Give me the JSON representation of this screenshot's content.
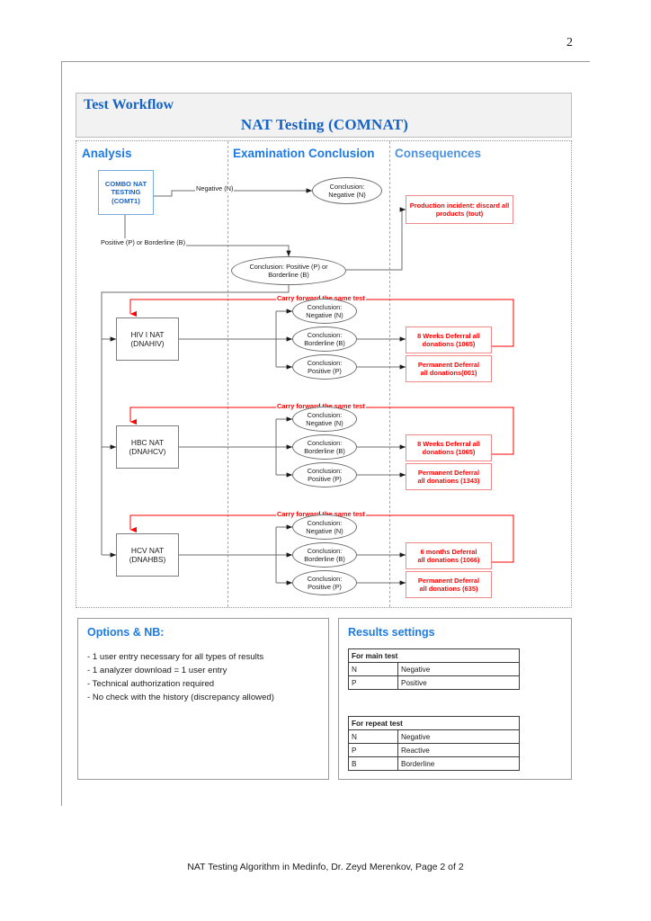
{
  "page": {
    "number": "2",
    "footer": "NAT Testing Algorithm in Medinfo, Dr. Zeyd Merenkov, Page 2 of 2"
  },
  "header": {
    "label": "Test Workflow",
    "title": "NAT Testing (COMNAT)"
  },
  "columns": [
    {
      "label": "Analysis"
    },
    {
      "label": "Examination Conclusion"
    },
    {
      "label": "Consequences"
    }
  ],
  "flow": {
    "start_node": {
      "line1": "COMBO NAT",
      "line2": "TESTING",
      "line3": "(COMT1)"
    },
    "edges": {
      "negative": "Negative (N)",
      "positive_or_borderline": "Positive (P) or Borderline (B)",
      "carry_forward": "Carry forward the same test"
    },
    "conclusions": {
      "negative_l1": "Conclusion:",
      "negative_l2": "Negative (N)",
      "borderline_l1": "Conclusion:",
      "borderline_l2": "Borderline (B)",
      "positive_l1": "Conclusion:",
      "positive_l2": "Positive (P)",
      "pos_or_border_l1": "Conclusion: Positive (P) or",
      "pos_or_border_l2": "Borderline (B)"
    },
    "consequence_top": {
      "line1": "Production incident: discard all",
      "line2": "products (tout)"
    },
    "rows": [
      {
        "test_l1": "HIV I NAT",
        "test_l2": "(DNAHIV)",
        "deferral_borderline_l1": "8 Weeks Deferral all",
        "deferral_borderline_l2": "donations (1065)",
        "deferral_positive_l1": "Permanent Deferral",
        "deferral_positive_l2": "all donations(001)"
      },
      {
        "test_l1": "HBC NAT",
        "test_l2": "(DNAHCV)",
        "deferral_borderline_l1": "8 Weeks Deferral all",
        "deferral_borderline_l2": "donations (1065)",
        "deferral_positive_l1": "Permanent Deferral",
        "deferral_positive_l2": "all donations (1343)"
      },
      {
        "test_l1": "HCV NAT",
        "test_l2": "(DNAHBS)",
        "deferral_borderline_l1": "6 months Deferral",
        "deferral_borderline_l2": "all donations (1066)",
        "deferral_positive_l1": "Permanent Deferral",
        "deferral_positive_l2": "all donations (635)"
      }
    ]
  },
  "options_panel": {
    "title": "Options & NB:",
    "items": [
      "- 1 user entry necessary for all types of results",
      "- 1 analyzer download = 1 user entry",
      "- Technical authorization required",
      "- No check with the history (discrepancy allowed)"
    ]
  },
  "results_panel": {
    "title": "Results settings",
    "main_test": {
      "header": "For main test",
      "rows": [
        {
          "code": "N",
          "meaning": "Negative"
        },
        {
          "code": "P",
          "meaning": "Positive"
        }
      ]
    },
    "repeat_test": {
      "header": "For repeat test",
      "rows": [
        {
          "code": "N",
          "meaning": "Negative"
        },
        {
          "code": "P",
          "meaning": "Reactive"
        },
        {
          "code": "B",
          "meaning": "Borderline"
        }
      ]
    }
  },
  "colors": {
    "accent_blue": "#1663c7",
    "header_blue": "#1e7ae0",
    "red": "#ff0000",
    "red_border": "#f08a8a",
    "band_bg": "#f2f2f2",
    "rule_gray": "#999999"
  }
}
